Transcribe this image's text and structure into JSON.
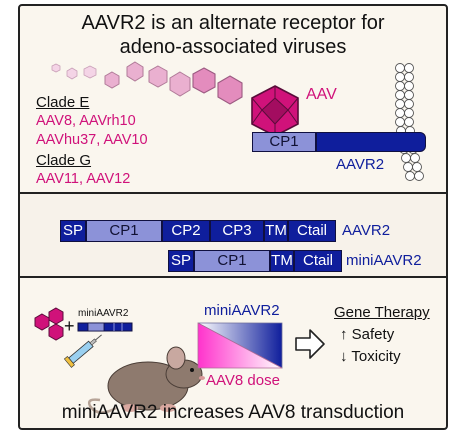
{
  "colors": {
    "aav_pink": "#d0127a",
    "receptor_blue": "#0f1e9c",
    "cp1_light": "#8c92d8",
    "gradient_pink": "#ff33cc"
  },
  "top_panel": {
    "title_line1": "AAVR2 is an alternate receptor for",
    "title_line2": "adeno-associated viruses",
    "clade_e": {
      "heading": "Clade E",
      "line1": "AAV8, AAVrh10",
      "line2": "AAVhu37, AAV10"
    },
    "clade_g": {
      "heading": "Clade G",
      "line1": "AAV11, AAV12"
    },
    "virus_label": "AAV",
    "receptor_domain": "CP1",
    "receptor_label": "AAVR2"
  },
  "middle_panel": {
    "aavr2": {
      "domains": [
        "SP",
        "CP1",
        "CP2",
        "CP3",
        "TM",
        "Ctail"
      ],
      "label": "AAVR2"
    },
    "miniaavr2": {
      "domains": [
        "SP",
        "CP1",
        "TM",
        "Ctail"
      ],
      "label": "miniAAVR2"
    }
  },
  "bottom_panel": {
    "plasmid_label": "miniAAVR2",
    "gradient_top_label": "miniAAVR2",
    "gradient_bottom_label": "AAV8 dose",
    "outcome_heading": "Gene Therapy",
    "outcome_1": "↑ Safety",
    "outcome_2": "↓ Toxicity",
    "plus_sign": "+",
    "conclusion": "miniAAVR2 increases AAV8 transduction"
  }
}
